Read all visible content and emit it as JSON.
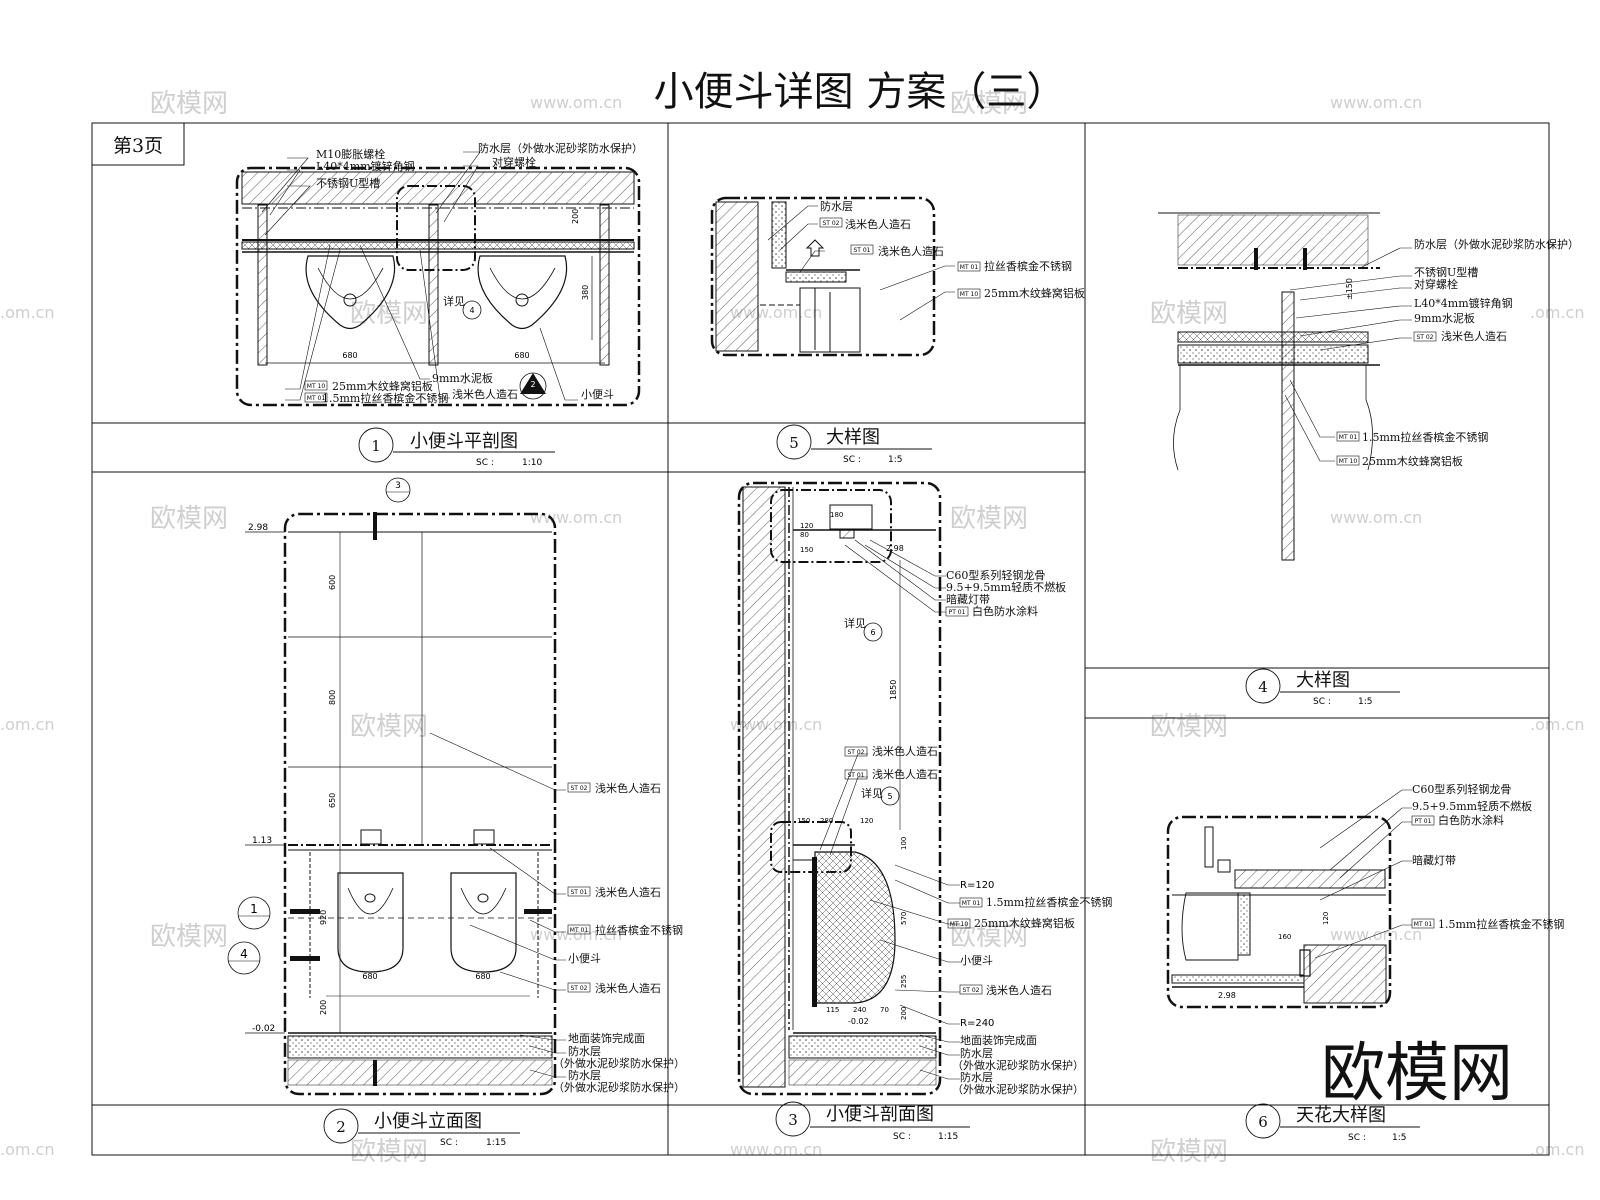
{
  "sheet": {
    "title": "小便斗详图  方案（三）",
    "page_label": "第3页",
    "watermark_text": "欧模网",
    "watermark_url": "www.om.cn",
    "watermark_url_short": ".om.cn",
    "brand_text": "欧模网"
  },
  "common": {
    "sc_label": "SC  :",
    "st02": "ST 02",
    "st01": "ST 01",
    "mt01": "MT 01",
    "mt10": "MT 10",
    "pt01": "PT 01",
    "detail_ref": "详见"
  },
  "panels": {
    "p1": {
      "num": "1",
      "name": "小便斗平剖图",
      "scale": "1:10",
      "labels": {
        "l1": "M10膨胀螺栓",
        "l2": "L40*4mm镀锌角钢",
        "l3": "不锈钢U型槽",
        "l4": "防水层（外做水泥砂浆防水保护）",
        "l5": "对穿螺栓",
        "l6": "9mm水泥板",
        "l7": "25mm木纹蜂窝铝板",
        "l8": "1.5mm拉丝香槟金不锈钢",
        "l9": "浅米色人造石",
        "l10": "小便斗"
      },
      "dims": {
        "d1": "680",
        "d2": "680",
        "d3": "380",
        "d4": "200"
      },
      "ref_num": "4",
      "bubble_num": "2"
    },
    "p5": {
      "num": "5",
      "name": "大样图",
      "scale": "1:5",
      "labels": {
        "l1": "防水层",
        "l2": "浅米色人造石",
        "l3": "浅米色人造石",
        "l4": "拉丝香槟金不锈钢",
        "l5": "25mm木纹蜂窝铝板"
      }
    },
    "p4": {
      "num": "4",
      "name": "大样图",
      "scale": "1:5",
      "labels": {
        "l1": "防水层（外做水泥砂浆防水保护）",
        "l2": "不锈钢U型槽",
        "l3": "对穿螺栓",
        "l4": "L40*4mm镀锌角钢",
        "l5": "9mm水泥板",
        "l6": "浅米色人造石",
        "l7": "1.5mm拉丝香槟金不锈钢",
        "l8": "25mm木纹蜂窝铝板"
      }
    },
    "p2": {
      "num": "2",
      "name": "小便斗立面图",
      "scale": "1:15",
      "top_bubble": "3",
      "left_bubble_1": "1",
      "left_bubble_4": "4",
      "levels": {
        "top": "2.98",
        "mid": "1.13",
        "bottom": "-0.02"
      },
      "dims": {
        "d600": "600",
        "d800": "800",
        "d650": "650",
        "d920": "920",
        "d200": "200",
        "w1": "680",
        "w2": "680"
      },
      "labels": {
        "l1": "浅米色人造石",
        "l2": "浅米色人造石",
        "l3": "拉丝香槟金不锈钢",
        "l4": "小便斗",
        "l5": "浅米色人造石",
        "l6": "地面装饰完成面",
        "l7": "防水层",
        "l8": "（外做水泥砂浆防水保护）",
        "l9": "防水层",
        "l10": "（外做水泥砂浆防水保护）"
      }
    },
    "p3": {
      "num": "3",
      "name": "小便斗剖面图",
      "scale": "1:15",
      "levels": {
        "top": "2.98",
        "bottom": "-0.02"
      },
      "dims": {
        "d120": "120",
        "d180": "180",
        "d80": "80",
        "d150": "150",
        "d1850": "1850",
        "d150b": "150",
        "d280": "280",
        "d120b": "120",
        "d100": "100",
        "d570": "570",
        "d255": "255",
        "d200": "200",
        "d115": "115",
        "d240": "240",
        "d70": "70"
      },
      "labels": {
        "l1": "C60型系列轻钢龙骨",
        "l2": "9.5+9.5mm轻质不燃板",
        "l3": "暗藏灯带",
        "l4": "白色防水涂料",
        "l5": "浅米色人造石",
        "l6": "浅米色人造石",
        "l7": "R=120",
        "l8": "1.5mm拉丝香槟金不锈钢",
        "l9": "25mm木纹蜂窝铝板",
        "l10": "小便斗",
        "l11": "浅米色人造石",
        "l12": "R=240",
        "l13": "地面装饰完成面",
        "l14": "防水层",
        "l15": "（外做水泥砂浆防水保护）",
        "l16": "防水层",
        "l17": "（外做水泥砂浆防水保护）"
      },
      "ref6": "6",
      "ref5": "5"
    },
    "p6": {
      "num": "6",
      "name": "天花大样图",
      "scale": "1:5",
      "labels": {
        "l1": "C60型系列轻钢龙骨",
        "l2": "9.5+9.5mm轻质不燃板",
        "l3": "白色防水涂料",
        "l4": "暗藏灯带",
        "l5": "1.5mm拉丝香槟金不锈钢"
      },
      "level": "2.98",
      "dims": {
        "d160": "160",
        "d120": "120"
      }
    }
  }
}
